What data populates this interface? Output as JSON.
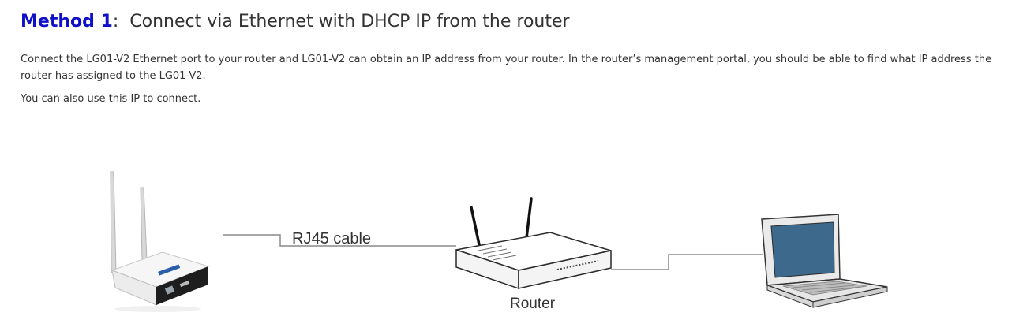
{
  "heading": {
    "method": "Method 1",
    "separator": ":",
    "title": "Connect via Ethernet with DHCP IP from the router"
  },
  "paragraphs": [
    "Connect the LG01-V2 Ethernet port to your router and LG01-V2 can obtain an IP address from your router. In the router’s management portal, you should be able to find what IP address the router has assigned to the LG01-V2.",
    "You can also use this IP to connect."
  ],
  "diagram": {
    "cable_label": "RJ45 cable",
    "router_label": "Router",
    "colors": {
      "method": "#1010c8",
      "text": "#333333",
      "line": "#8a8a8a",
      "screen": "#3d6a8c"
    }
  }
}
